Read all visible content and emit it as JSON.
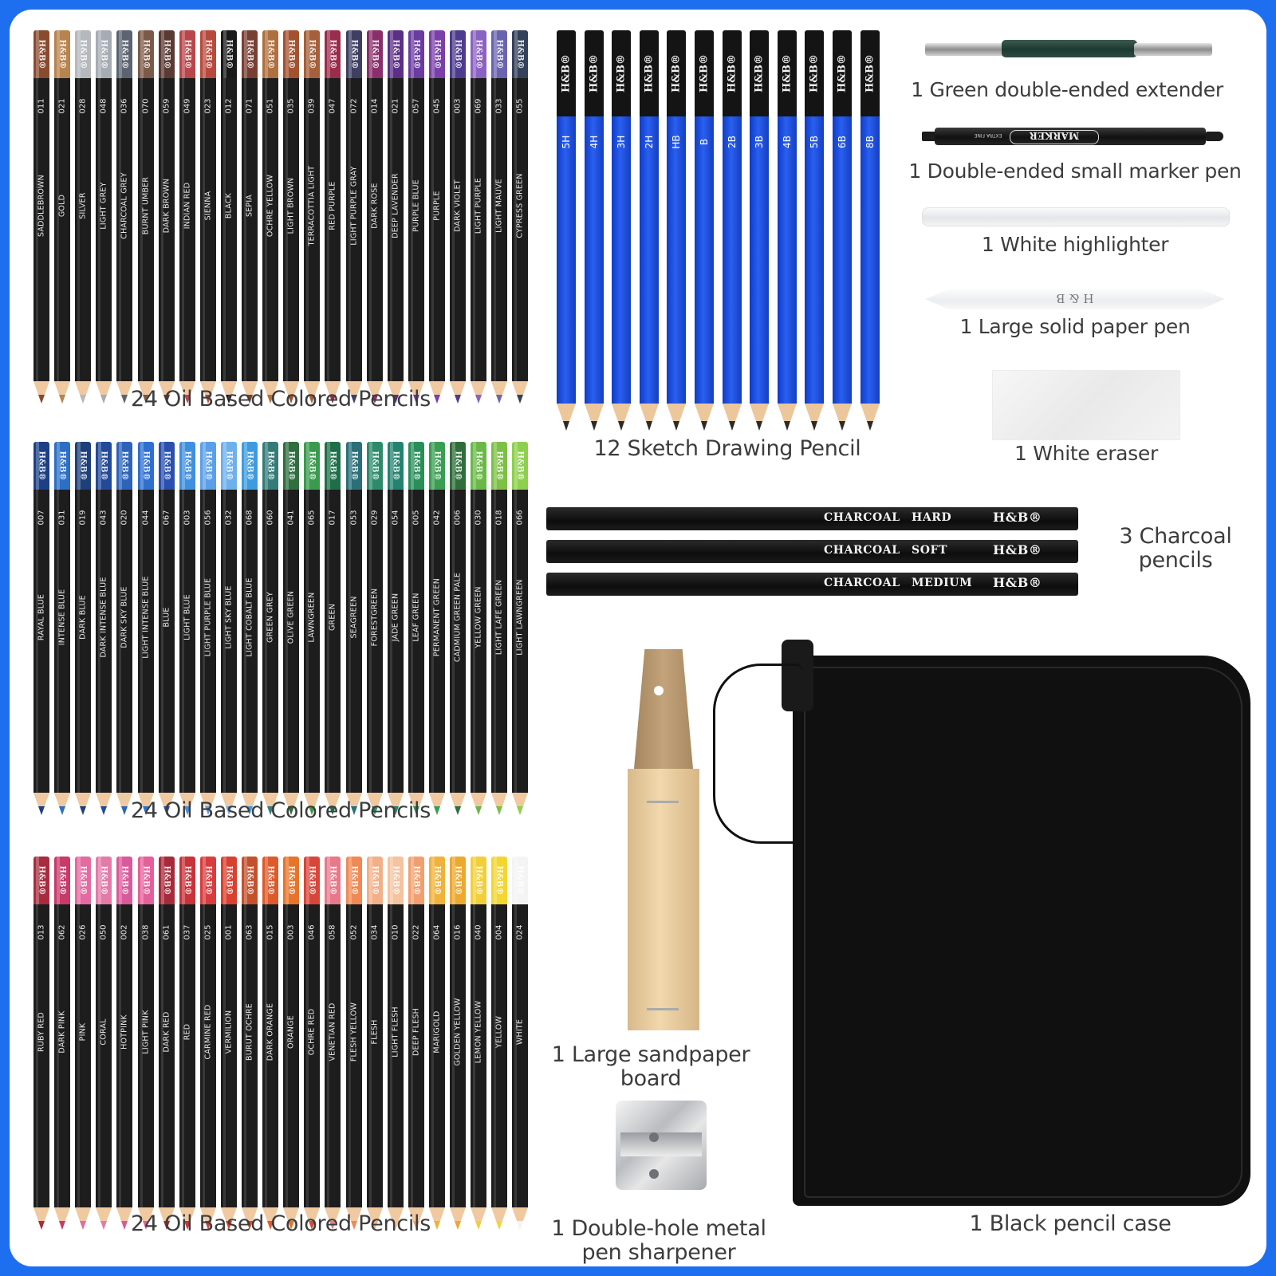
{
  "colored_sets": [
    {
      "caption": "24 Oil Based Colored Pencils",
      "pencils": [
        {
          "code": "011",
          "name": "SADDLEBROWN",
          "color": "#8a4a2e"
        },
        {
          "code": "021",
          "name": "GOLD",
          "color": "#b7834e"
        },
        {
          "code": "028",
          "name": "SILVER",
          "color": "#b5b8bc"
        },
        {
          "code": "048",
          "name": "LIGHT GREY",
          "color": "#a6acb4"
        },
        {
          "code": "036",
          "name": "CHARCOAL GREY",
          "color": "#5b6470"
        },
        {
          "code": "070",
          "name": "BURNT UMBER",
          "color": "#7c5a49"
        },
        {
          "code": "059",
          "name": "DARK BROWN",
          "color": "#5a3a33"
        },
        {
          "code": "049",
          "name": "INDIAN RED",
          "color": "#b8464a"
        },
        {
          "code": "023",
          "name": "SIENNA",
          "color": "#b84a3d"
        },
        {
          "code": "012",
          "name": "BLACK",
          "color": "#1a1a1a"
        },
        {
          "code": "071",
          "name": "SEPIA",
          "color": "#7a3f33"
        },
        {
          "code": "051",
          "name": "OCHRE YELLOW",
          "color": "#b06f3e"
        },
        {
          "code": "035",
          "name": "LIGHT BROWN",
          "color": "#a4512f"
        },
        {
          "code": "039",
          "name": "TERRACOTTIA LIGHT",
          "color": "#a55f3a"
        },
        {
          "code": "047",
          "name": "RED PURPLE",
          "color": "#9a2c4c"
        },
        {
          "code": "072",
          "name": "LIGHT PURPLE GRAY",
          "color": "#3e3f62"
        },
        {
          "code": "014",
          "name": "DARK ROSE",
          "color": "#8a2f6a"
        },
        {
          "code": "021",
          "name": "DEEP LAVENDER",
          "color": "#5b2f86"
        },
        {
          "code": "057",
          "name": "PURPLE BLUE",
          "color": "#6a3ca0"
        },
        {
          "code": "045",
          "name": "PURPLE",
          "color": "#7a3fa8"
        },
        {
          "code": "003",
          "name": "DARK VIOLET",
          "color": "#4e3a8e"
        },
        {
          "code": "069",
          "name": "LIGHT PURPLE",
          "color": "#8a62c2"
        },
        {
          "code": "033",
          "name": "LIGHT MAUVE",
          "color": "#6a64b0"
        },
        {
          "code": "055",
          "name": "CYPRESS GREEN",
          "color": "#34415a"
        }
      ]
    },
    {
      "caption": "24 Oil Based Colored Pencils",
      "pencils": [
        {
          "code": "007",
          "name": "RAYAL BLUE",
          "color": "#1c3f86"
        },
        {
          "code": "031",
          "name": "INTENSE BLUE",
          "color": "#2c6fc4"
        },
        {
          "code": "019",
          "name": "DARK BLUE",
          "color": "#1f3f7a"
        },
        {
          "code": "043",
          "name": "DARK INTENSE BLUE",
          "color": "#234a99"
        },
        {
          "code": "020",
          "name": "DARK SKY BLUE",
          "color": "#2d63b8"
        },
        {
          "code": "044",
          "name": "LIGHT INTENSE BLUE",
          "color": "#2f6fd0"
        },
        {
          "code": "067",
          "name": "BLUE",
          "color": "#2a4fae"
        },
        {
          "code": "003",
          "name": "LIGHT BLUE",
          "color": "#3f8fe0"
        },
        {
          "code": "056",
          "name": "LIGHT PURPLE BLUE",
          "color": "#5b9fe8"
        },
        {
          "code": "032",
          "name": "LIGHT SKY BLUE",
          "color": "#6eb0ec"
        },
        {
          "code": "068",
          "name": "LIGHT COBALT BLUE",
          "color": "#3e9be0"
        },
        {
          "code": "060",
          "name": "GREEN GREY",
          "color": "#357b7a"
        },
        {
          "code": "041",
          "name": "OLIVE GREEN",
          "color": "#2f6e3e"
        },
        {
          "code": "065",
          "name": "LAWNGREEN",
          "color": "#3a9a4e"
        },
        {
          "code": "017",
          "name": "GREEN",
          "color": "#1f6e4a"
        },
        {
          "code": "053",
          "name": "SEAGREEN",
          "color": "#2b6f78"
        },
        {
          "code": "029",
          "name": "FORESTGREEN",
          "color": "#2e8a6a"
        },
        {
          "code": "054",
          "name": "JADE GREEN",
          "color": "#248270"
        },
        {
          "code": "005",
          "name": "LEAF GREEN",
          "color": "#2a8e5a"
        },
        {
          "code": "042",
          "name": "PERMANENT GREEN",
          "color": "#3a9e52"
        },
        {
          "code": "006",
          "name": "CADMIUM GREEN PALE",
          "color": "#2f6e3a"
        },
        {
          "code": "030",
          "name": "YELLOW GREEN",
          "color": "#6ab848"
        },
        {
          "code": "018",
          "name": "LIGHT LAFE GREEN",
          "color": "#7cc045"
        },
        {
          "code": "066",
          "name": "LIGHT LAWNGREEN",
          "color": "#8ed04e"
        }
      ]
    },
    {
      "caption": "24 Oil Based Colored Pencils",
      "pencils": [
        {
          "code": "013",
          "name": "RUBY RED",
          "color": "#a82b3e"
        },
        {
          "code": "062",
          "name": "DARK PINK",
          "color": "#c73a6a"
        },
        {
          "code": "026",
          "name": "PINK",
          "color": "#e46aa0"
        },
        {
          "code": "050",
          "name": "CORAL",
          "color": "#e37aa8"
        },
        {
          "code": "002",
          "name": "HOTPINK",
          "color": "#d85a9a"
        },
        {
          "code": "038",
          "name": "LIGHT PINK",
          "color": "#e4609a"
        },
        {
          "code": "061",
          "name": "DARK RED",
          "color": "#a62a3a"
        },
        {
          "code": "037",
          "name": "RED",
          "color": "#c8323a"
        },
        {
          "code": "025",
          "name": "CARMINE RED",
          "color": "#d83d3e"
        },
        {
          "code": "001",
          "name": "VERMILION",
          "color": "#d9402f"
        },
        {
          "code": "063",
          "name": "BURUT OCHRE",
          "color": "#c4502e"
        },
        {
          "code": "015",
          "name": "DARK ORANGE",
          "color": "#de5a2a"
        },
        {
          "code": "003",
          "name": "ORANGE",
          "color": "#e8742a"
        },
        {
          "code": "046",
          "name": "OCHRE RED",
          "color": "#d8463a"
        },
        {
          "code": "058",
          "name": "VENETIAN RED",
          "color": "#e8788a"
        },
        {
          "code": "052",
          "name": "FLESH YELLOW",
          "color": "#ef8a56"
        },
        {
          "code": "034",
          "name": "FLESH",
          "color": "#f2b088"
        },
        {
          "code": "010",
          "name": "LIGHT FLESH",
          "color": "#f4c3a0"
        },
        {
          "code": "022",
          "name": "DEEP FLESH",
          "color": "#f0a070"
        },
        {
          "code": "064",
          "name": "MARIGOLD",
          "color": "#f0b23a"
        },
        {
          "code": "016",
          "name": "GOLDEN YELLOW",
          "color": "#eda82e"
        },
        {
          "code": "040",
          "name": "LEMON YELLOW",
          "color": "#f2cf3a"
        },
        {
          "code": "004",
          "name": "YELLOW",
          "color": "#f3d630"
        },
        {
          "code": "024",
          "name": "WHITE",
          "color": "#f4f4f4"
        }
      ]
    }
  ],
  "brand_mark": "H&B®",
  "sketch": {
    "caption": "12 Sketch Drawing Pencil",
    "grades": [
      "5H",
      "4H",
      "3H",
      "2H",
      "HB",
      "B",
      "2B",
      "3B",
      "4B",
      "5B",
      "6B",
      "8B"
    ]
  },
  "accessories": {
    "extender": "1 Green double-ended extender",
    "marker": "1 Double-ended small marker pen",
    "marker_print": "MARKER",
    "marker_print_small": "EXTRA FINE",
    "highlighter": "1 White highlighter",
    "paper_pen": "1 Large solid paper pen",
    "paper_pen_print": "H & B",
    "eraser": "1 White eraser",
    "sandpaper": "1 Large sandpaper board",
    "sharpener": "1 Double-hole metal pen sharpener",
    "case": "1 Black pencil case"
  },
  "charcoal": {
    "caption": "3 Charcoal pencils",
    "pencils": [
      {
        "type": "CHARCOAL",
        "hardness": "HARD",
        "brand": "H&B®"
      },
      {
        "type": "CHARCOAL",
        "hardness": "SOFT",
        "brand": "H&B®"
      },
      {
        "type": "CHARCOAL",
        "hardness": "MEDIUM",
        "brand": "H&B®"
      }
    ]
  },
  "colors": {
    "frame_blue": "#1e6ff0",
    "caption_text": "#3c3c3c"
  }
}
